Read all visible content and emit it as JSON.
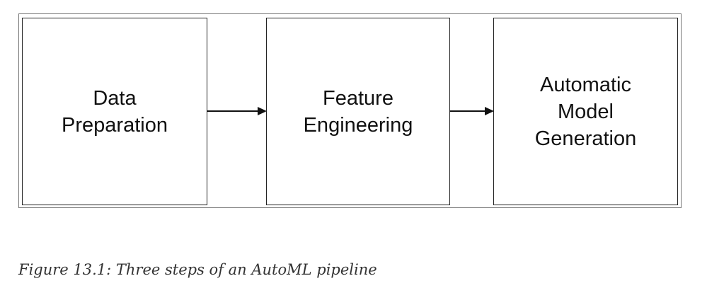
{
  "diagram": {
    "steps": [
      {
        "lines": [
          "Data",
          "Preparation"
        ]
      },
      {
        "lines": [
          "Feature",
          "Engineering"
        ]
      },
      {
        "lines": [
          "Automatic",
          "Model",
          "Generation"
        ]
      }
    ]
  },
  "caption": "Figure 13.1: Three steps of an AutoML pipeline"
}
